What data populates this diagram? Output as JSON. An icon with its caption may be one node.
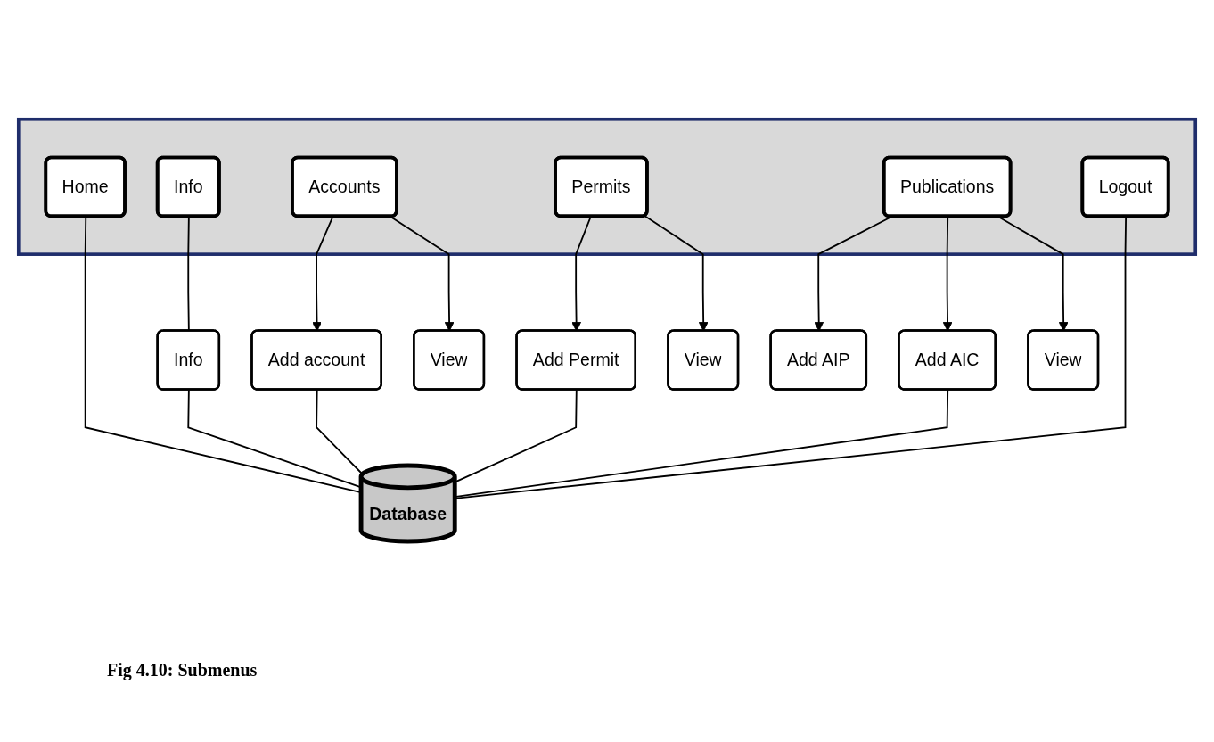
{
  "diagram": {
    "caption": "Fig 4.10: Submenus",
    "nodes": [
      {
        "text": [],
        "shape": "box"
      },
      {
        "text": [
          "Home"
        ],
        "in": 0
      },
      {
        "text": [
          "Info"
        ],
        "in": 0
      },
      {
        "text": [
          "Accounts"
        ],
        "in": 0
      },
      {
        "text": [
          "Permits"
        ],
        "in": 0
      },
      {
        "text": [
          "Publications"
        ],
        "in": 0
      },
      {
        "text": [
          "Logout"
        ],
        "in": 0
      },
      {
        "text": [
          "Info"
        ]
      },
      {
        "text": [
          "Add account"
        ]
      },
      {
        "text": [
          "View"
        ]
      },
      {
        "text": [
          "Add Permit"
        ]
      },
      {
        "text": [
          "View"
        ]
      },
      {
        "text": [
          "Add AIP"
        ]
      },
      {
        "text": [
          "Add AIC"
        ]
      },
      {
        "text": [
          "View"
        ]
      },
      {
        "text": [
          "Database"
        ]
      }
    ],
    "edges": [
      {
        "from": 2,
        "to": 7,
        "arrow": "none"
      },
      {
        "from": 3,
        "to": 8,
        "arrow": "to"
      },
      {
        "from": 3,
        "to": 9,
        "arrow": "to"
      },
      {
        "from": 4,
        "to": 10,
        "arrow": "to"
      },
      {
        "from": 4,
        "to": 11,
        "arrow": "to"
      },
      {
        "from": 5,
        "to": 12,
        "arrow": "to"
      },
      {
        "from": 5,
        "to": 13,
        "arrow": "to"
      },
      {
        "from": 5,
        "to": 14,
        "arrow": "to"
      },
      {
        "from": 1,
        "to": 15,
        "arrow": "none"
      },
      {
        "from": 7,
        "to": 15,
        "arrow": "none"
      },
      {
        "from": 8,
        "to": 15,
        "arrow": "none"
      },
      {
        "from": 10,
        "to": 15,
        "arrow": "none"
      },
      {
        "from": 13,
        "to": 15,
        "arrow": "none"
      },
      {
        "from": 6,
        "to": 15,
        "arrow": "none"
      }
    ]
  }
}
